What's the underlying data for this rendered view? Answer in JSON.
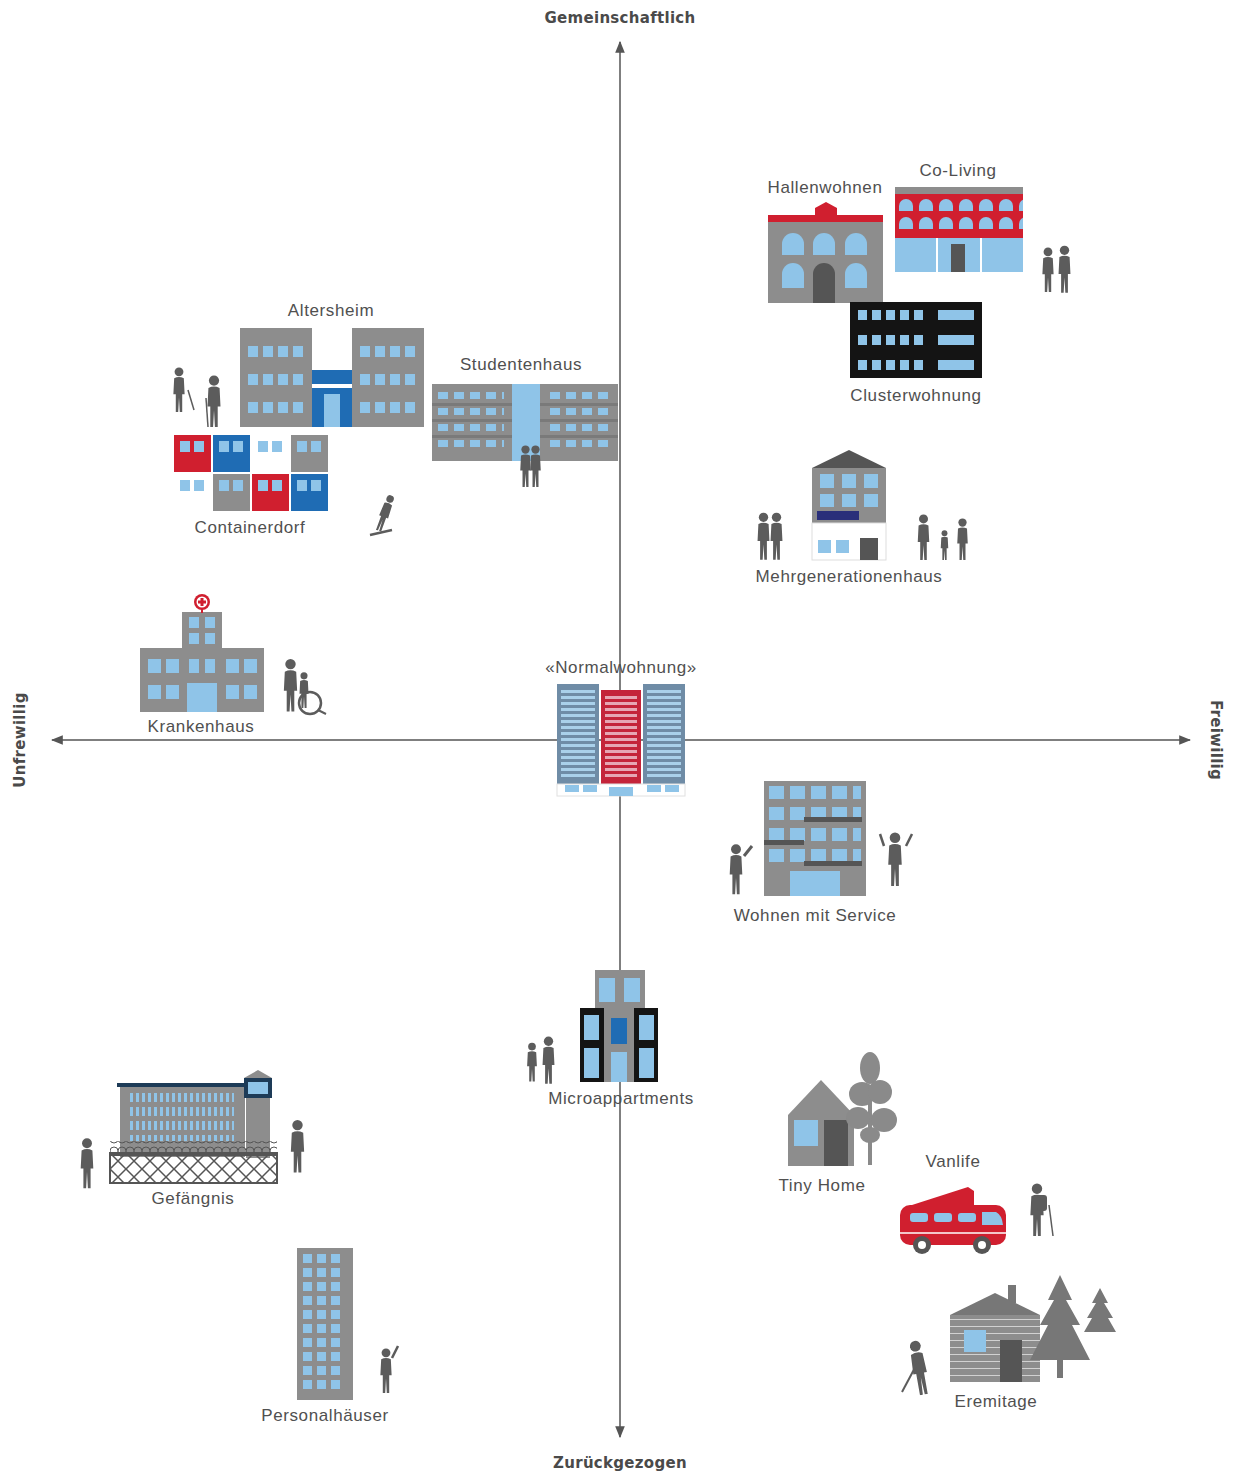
{
  "diagram": {
    "nodes": [
      {
        "text": [
          "Hallenwohnen"
        ]
      },
      {
        "text": [
          "Co-Living"
        ]
      },
      {
        "text": [
          "Altersheim"
        ]
      },
      {
        "text": [
          "Studentenhaus"
        ]
      },
      {
        "text": [
          "Clusterwohnung"
        ]
      },
      {
        "text": [
          "Containerdorf"
        ]
      },
      {
        "text": [
          "Mehrgenerationenhaus"
        ]
      },
      {
        "text": [
          "«Normalwohnung»"
        ]
      },
      {
        "text": [
          "Krankenhaus"
        ]
      },
      {
        "text": [
          "Wohnen mit Service"
        ]
      },
      {
        "text": [
          "Microappartments"
        ]
      },
      {
        "text": [
          "Tiny Home"
        ]
      },
      {
        "text": [
          "Vanlife"
        ]
      },
      {
        "text": [
          "Gefängnis"
        ]
      },
      {
        "text": [
          "Eremitage"
        ]
      },
      {
        "text": [
          "Personalhäuser"
        ]
      }
    ],
    "labels": [
      "Gemeinschaftlich",
      "Unfrewillig",
      "Freiwillig",
      "Zurückgezogen"
    ]
  }
}
